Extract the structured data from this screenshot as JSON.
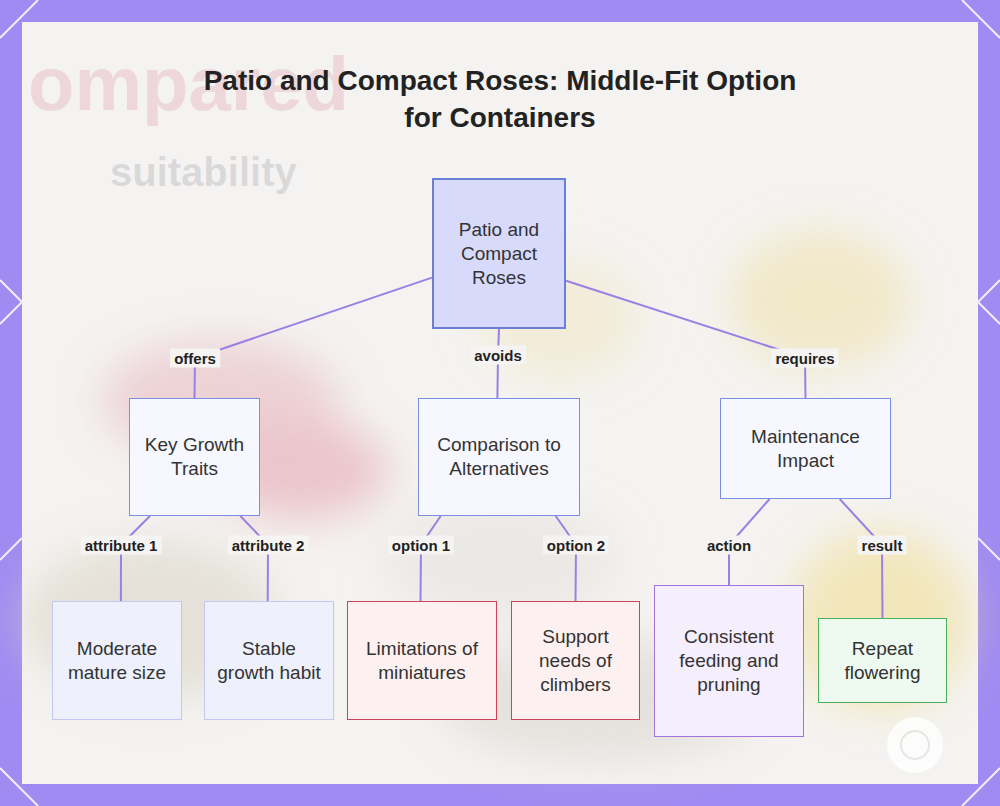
{
  "diagram": {
    "title": "Patio and Compact Roses: Middle-Fit Option for Containers",
    "nodes": [
      {
        "text": [
          "Patio and Compact Roses"
        ]
      },
      {
        "text": [
          "Key Growth Traits"
        ]
      },
      {
        "text": [
          "Comparison to Alternatives"
        ]
      },
      {
        "text": [
          "Maintenance Impact"
        ]
      },
      {
        "text": [
          "Moderate mature size"
        ]
      },
      {
        "text": [
          "Stable growth habit"
        ]
      },
      {
        "text": [
          "Limitations of miniatures"
        ]
      },
      {
        "text": [
          "Support needs of climbers"
        ]
      },
      {
        "text": [
          "Consistent feeding and pruning"
        ]
      },
      {
        "text": [
          "Repeat flowering"
        ]
      }
    ],
    "edges": [
      {
        "from": 0,
        "to": 1,
        "arrow": "none",
        "label": "offers"
      },
      {
        "from": 0,
        "to": 2,
        "arrow": "none",
        "label": "avoids"
      },
      {
        "from": 0,
        "to": 3,
        "arrow": "none",
        "label": "requires"
      },
      {
        "from": 1,
        "to": 4,
        "arrow": "none",
        "label": "attribute 1"
      },
      {
        "from": 1,
        "to": 5,
        "arrow": "none",
        "label": "attribute 2"
      },
      {
        "from": 2,
        "to": 6,
        "arrow": "none",
        "label": "option 1"
      },
      {
        "from": 2,
        "to": 7,
        "arrow": "none",
        "label": "option 2"
      },
      {
        "from": 3,
        "to": 8,
        "arrow": "none",
        "label": "action"
      },
      {
        "from": 3,
        "to": 9,
        "arrow": "none",
        "label": "result"
      }
    ],
    "labels": [
      "ompared",
      "suitability"
    ]
  }
}
